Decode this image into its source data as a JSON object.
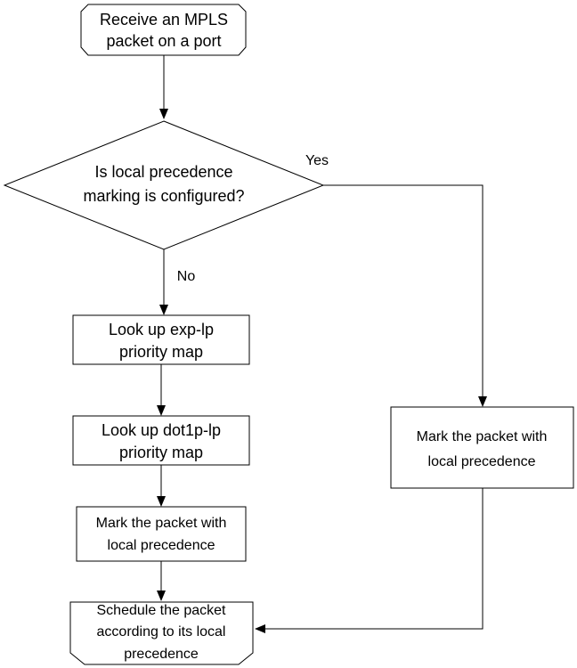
{
  "start_node": {
    "line1": "Receive an MPLS",
    "line2": "packet on a port"
  },
  "decision_node": {
    "line1": "Is local precedence",
    "line2": "marking is configured?"
  },
  "labels": {
    "yes": "Yes",
    "no": "No"
  },
  "lookup_exp_node": {
    "line1": "Look up exp-lp",
    "line2": "priority map"
  },
  "lookup_dot1p_node": {
    "line1": "Look up dot1p-lp",
    "line2": "priority map"
  },
  "mark_left_node": {
    "line1": "Mark the packet with",
    "line2": "local precedence"
  },
  "mark_right_node": {
    "line1": "Mark the packet with",
    "line2": "local precedence"
  },
  "end_node": {
    "line1": "Schedule the packet",
    "line2": "according to its local",
    "line3": "precedence"
  }
}
